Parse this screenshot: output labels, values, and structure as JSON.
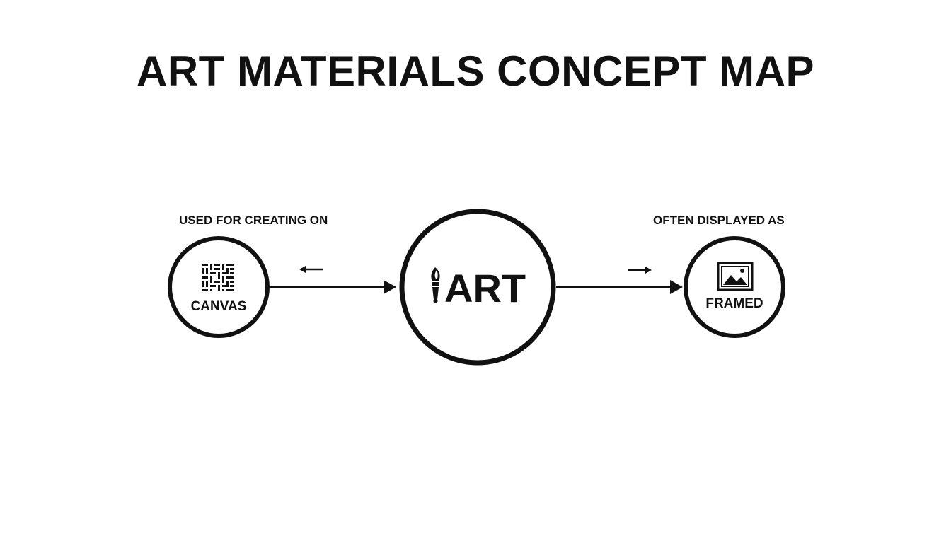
{
  "title": "ART MATERIALS CONCEPT MAP",
  "colors": {
    "ink": "#111111",
    "background": "#ffffff"
  },
  "nodes": {
    "center": {
      "label": "ART",
      "icon": "paintbrush-icon"
    },
    "left": {
      "label": "CANVAS",
      "icon": "canvas-weave-icon"
    },
    "right": {
      "label": "FRAMED",
      "icon": "framed-picture-icon"
    }
  },
  "edges": {
    "left": {
      "label": "USED FOR CREATING ON",
      "small_arrow": "left-arrow-icon"
    },
    "right": {
      "label": "OFTEN DISPLAYED AS",
      "small_arrow": "right-arrow-icon"
    }
  }
}
